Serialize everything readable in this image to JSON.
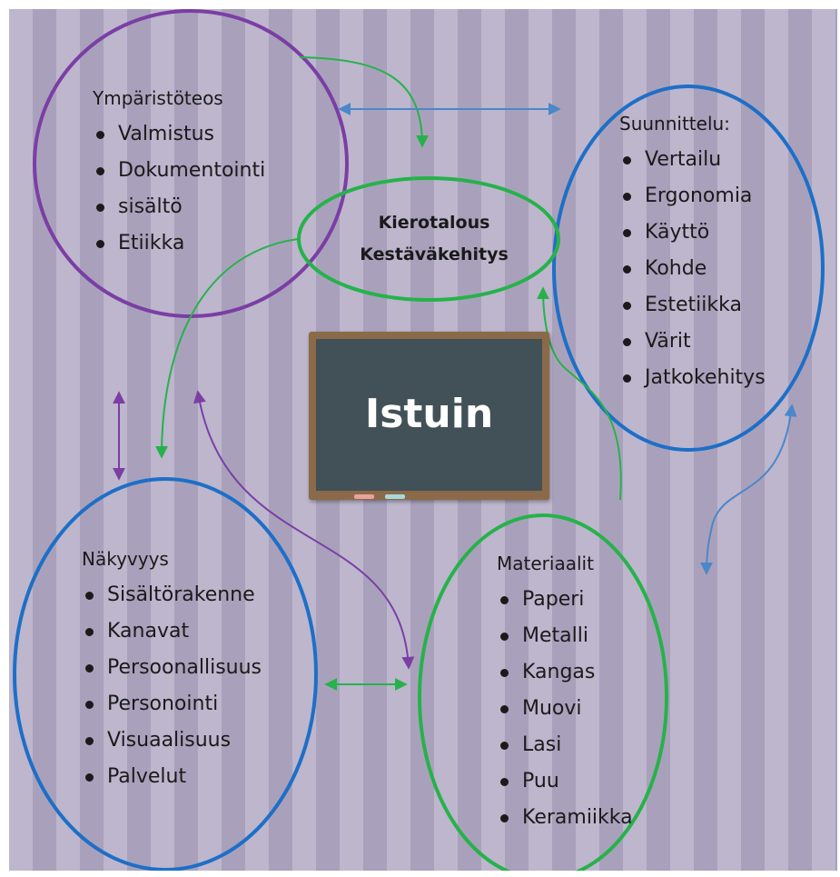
{
  "colors": {
    "purple": "#7b3ea4",
    "blue": "#1d6fc7",
    "green": "#26b24a",
    "arrow_blue": "#4a88c9",
    "board_frame": "#8a6a48",
    "board_surface": "#425158"
  },
  "center_topic": {
    "line1": "Kierotalous",
    "line2": "Kestäväkehitys"
  },
  "board": {
    "title": "Istuin"
  },
  "blocks": {
    "ymparistoteos": {
      "heading": "Ympäristöteos",
      "items": [
        "Valmistus",
        "Dokumentointi",
        "sisältö",
        "Etiikka"
      ]
    },
    "suunnittelu": {
      "heading": "Suunnittelu:",
      "items": [
        "Vertailu",
        "Ergonomia",
        "Käyttö",
        "Kohde",
        "Estetiikka",
        "Värit",
        "Jatkokehitys"
      ]
    },
    "nakyvyys": {
      "heading": "Näkyvyys",
      "items": [
        "Sisältörakenne",
        "Kanavat",
        "Persoonallisuus",
        "Personointi",
        "Visuaalisuus",
        "Palvelut"
      ]
    },
    "materiaalit": {
      "heading": "Materiaalit",
      "items": [
        "Paperi",
        "Metalli",
        "Kangas",
        "Muovi",
        "Lasi",
        "Puu",
        "Keramiikka"
      ]
    }
  }
}
